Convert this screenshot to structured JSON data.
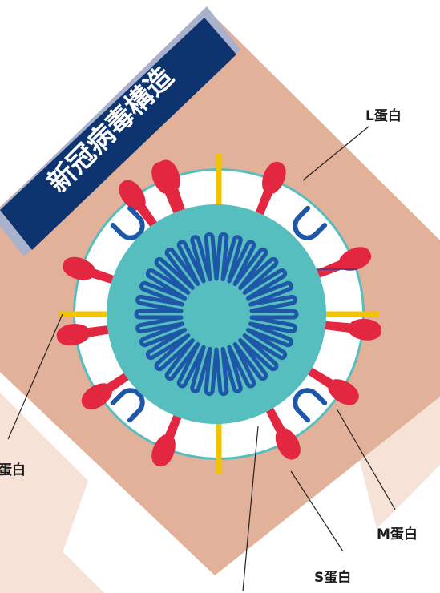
{
  "title": "新冠病毒構造",
  "labels": {
    "l_protein": "L蛋白",
    "m_protein": "M蛋白",
    "s_protein": "S蛋白",
    "e_protein": "蛋白"
  },
  "colors": {
    "background_diamond": "#e2b199",
    "shadow_diamond": "#f6e2d6",
    "banner": "#0e3470",
    "banner_edge": "#a9b1cc",
    "virus_core": "#56bebe",
    "envelope": "#ffffff",
    "rna": "#1e57a8",
    "s_spike": "#e32740",
    "e_protein": "#f2c400",
    "m_protein": "#1e57a8"
  }
}
